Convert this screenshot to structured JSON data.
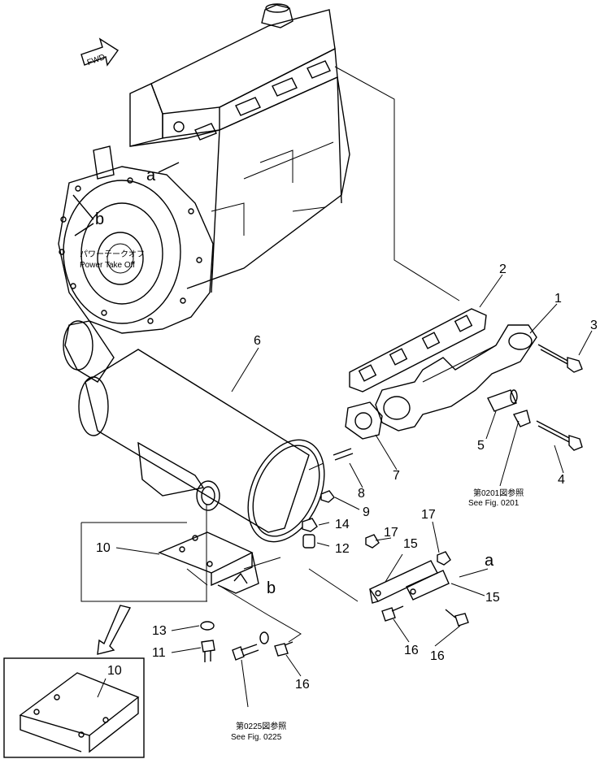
{
  "fwd_label": "FWD",
  "pto_label_jp": "パワーテークオフ",
  "pto_label_en": "Power Take Off",
  "ref_0201_jp": "第0201図参照",
  "ref_0201_en": "See Fig. 0201",
  "ref_0225_jp": "第0225図参照",
  "ref_0225_en": "See Fig. 0225",
  "letters": {
    "a1": "a",
    "a2": "a",
    "b1": "b",
    "b2": "b"
  },
  "callouts": {
    "p1": "1",
    "p2": "2",
    "p3": "3",
    "p4": "4",
    "p5": "5",
    "p6": "6",
    "p7": "7",
    "p8": "8",
    "p9": "9",
    "p10": "10",
    "p10b": "10",
    "p11": "11",
    "p12": "12",
    "p13": "13",
    "p14": "14",
    "p15a": "15",
    "p15b": "15",
    "p16a": "16",
    "p16b": "16",
    "p16c": "16",
    "p17a": "17",
    "p17b": "17"
  }
}
